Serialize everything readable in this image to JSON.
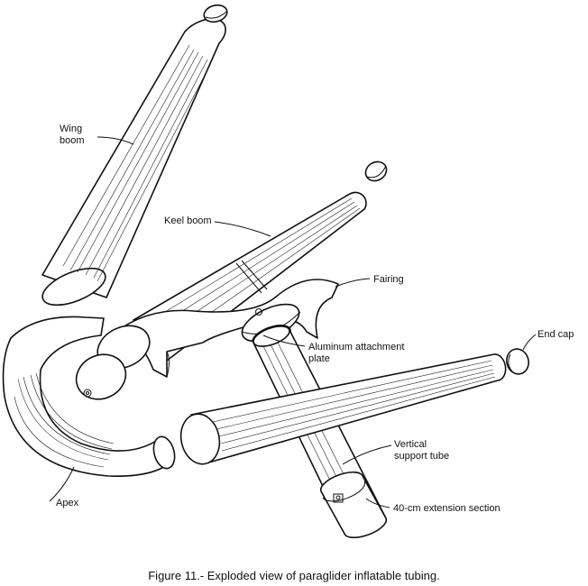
{
  "labels": {
    "wing_boom_1": "Wing",
    "wing_boom_2": "boom",
    "keel_boom": "Keel boom",
    "fairing": "Fairing",
    "end_cap": "End cap",
    "attachment_plate_1": "Aluminum attachment",
    "attachment_plate_2": "plate",
    "vertical_support_1": "Vertical",
    "vertical_support_2": "support tube",
    "extension_section": "40-cm extension section",
    "apex": "Apex"
  },
  "caption": "Figure 11.- Exploded view of paraglider inflatable tubing."
}
